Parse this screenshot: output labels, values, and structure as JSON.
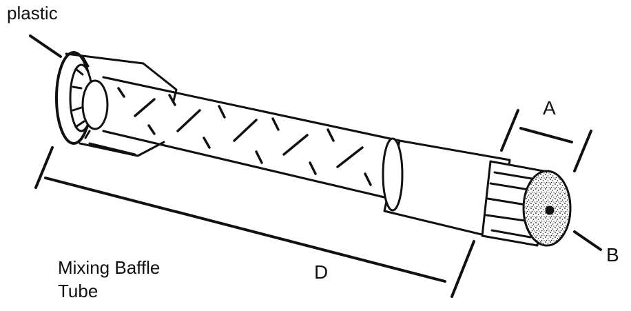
{
  "labels": {
    "plastic": "plastic",
    "dim_a": "A",
    "dim_b": "B",
    "dim_d": "D",
    "title_line1": "Mixing Baffle",
    "title_line2": "Tube"
  },
  "colors": {
    "ink": "#111111",
    "paper": "#ffffff"
  }
}
